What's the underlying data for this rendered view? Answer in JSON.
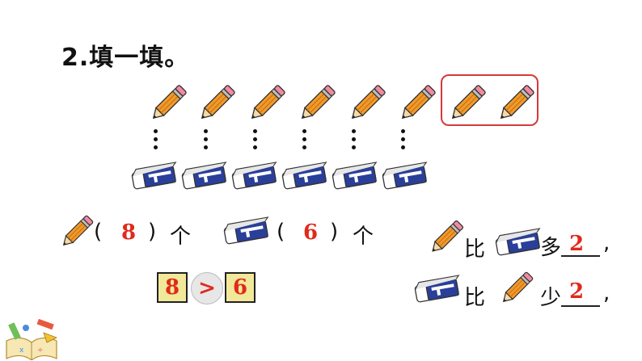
{
  "title": "2.填一填。",
  "row1": {
    "open_paren": "(",
    "pencil_count": "8",
    "close_paren": ")",
    "unit": "个",
    "eraser_open_paren": "(",
    "eraser_count": "6",
    "eraser_close_paren": ")",
    "eraser_unit": "个"
  },
  "compare": {
    "left": "8",
    "sign": ">",
    "right": "6"
  },
  "sentence1": {
    "word_bi": "比",
    "word_more": "多",
    "answer": "2",
    "comma": ","
  },
  "sentence2": {
    "word_bi": "比",
    "word_less": "少",
    "answer": "2",
    "comma": ","
  },
  "colors": {
    "pencil_body": "#f19a2a",
    "eraser_blue": "#2a3f9a",
    "answer_red": "#e02a1b",
    "box_yellow": "#f2e89a"
  }
}
